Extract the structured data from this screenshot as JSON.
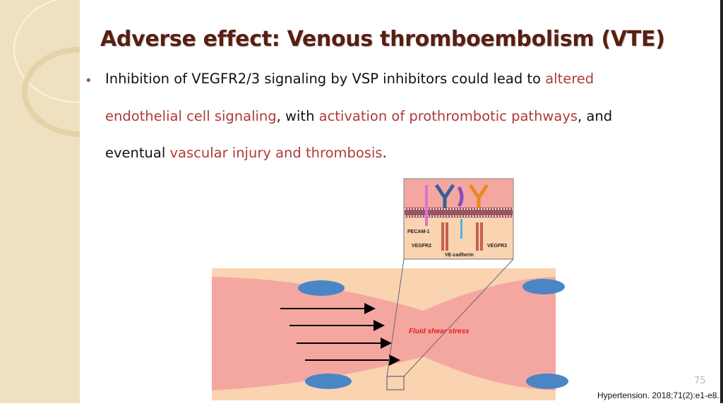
{
  "title": "Adverse effect: Venous thromboembolism (VTE)",
  "bullet": {
    "l1a": "Inhibition of VEGFR2/3 signaling by VSP inhibitors could lead to ",
    "l1b": "altered",
    "l2a": "endothelial cell signaling",
    "l2b": ", with ",
    "l2c": "activation of prothrombotic pathways",
    "l2d": ", and",
    "l3a": "eventual ",
    "l3b": "vascular injury and thrombosis",
    "l3c": "."
  },
  "figure": {
    "labels": {
      "pecam": "PECAM-1",
      "vegfr2": "VEGFR2",
      "vecad": "VE-cadherin",
      "vegfr3": "VEGFR3",
      "shear": "Fluid shear stress"
    }
  },
  "citation": "Hypertension. 2018;71(2):e1-e8.",
  "page_number": "75"
}
